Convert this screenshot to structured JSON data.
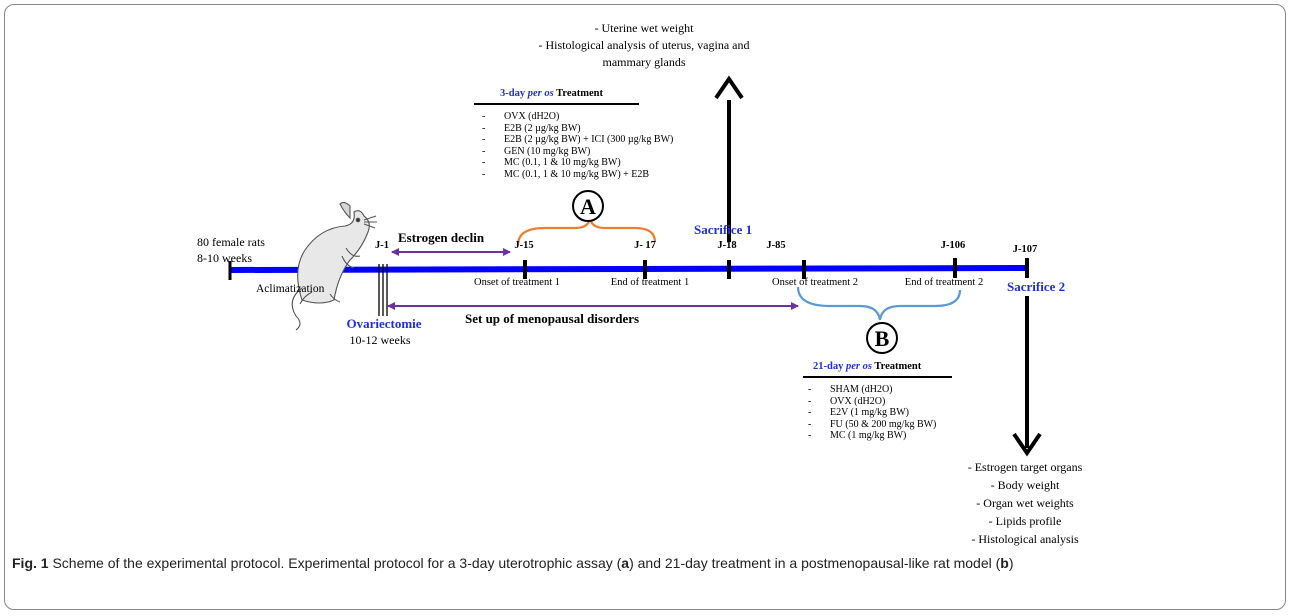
{
  "top_outcomes": [
    "- Uterine wet weight",
    "- Histological analysis  of uterus, vagina and",
    "mammary glands"
  ],
  "treatment_a": {
    "title_prefix": "3-day ",
    "title_italic": "per os",
    "title_suffix": " Treatment",
    "items": [
      "OVX (dH2O)",
      "E2B (2 µg/kg BW)",
      "E2B (2 µg/kg BW) + ICI (300 µg/kg  BW)",
      "GEN (10 mg/kg BW)",
      "MC (0.1, 1 & 10 mg/kg BW)",
      "MC (0.1, 1 & 10 mg/kg BW) + E2B"
    ],
    "letter": "A"
  },
  "treatment_b": {
    "title_prefix": "21-day ",
    "title_italic": "per os",
    "title_suffix": " Treatment",
    "items": [
      "SHAM (dH2O)",
      "OVX (dH2O)",
      "E2V (1 mg/kg BW)",
      "FU (50  & 200 mg/kg BW)",
      "MC (1 mg/kg BW)"
    ],
    "letter": "B"
  },
  "animals": {
    "line1": "80  female rats",
    "line2": "8-10 weeks"
  },
  "aclimatization": "Aclimatization",
  "ovariectomie": "Ovariectomie",
  "ovx_age": "10-12 weeks",
  "estrogen_declin": "Estrogen declin",
  "setup": "Set up of menopausal disorders",
  "sacrifice1": "Sacrifice 1",
  "sacrifice2": "Sacrifice 2",
  "days": {
    "j1": "J-1",
    "j15": "J-15",
    "j17": "J- 17",
    "j18": "J-18",
    "j85": "J-85",
    "j106": "J-106",
    "j107": "J-107"
  },
  "events": {
    "onset1": "Onset of treatment  1",
    "end1": "End of  treatment  1",
    "onset2": "Onset of treatment  2",
    "end2": "End of  treatment  2"
  },
  "bottom_outcomes": [
    "- Estrogen target organs",
    "-  Body weight",
    "- Organ wet weights",
    "- Lipids profile",
    "- Histological analysis"
  ],
  "caption": {
    "fig": "Fig. 1",
    "text1": " Scheme of the experimental protocol. Experimental protocol for a 3-day uterotrophic assay (",
    "a": "a",
    "text2": ") and 21-day treatment in a postmenopausal-like rat model (",
    "b": "b",
    "text3": ")"
  },
  "colors": {
    "timeline": "#0000ff",
    "label_blue": "#1f2fd6",
    "double_arrow": "#7030a0",
    "brace_a": "#ed7d31",
    "brace_b": "#5b9bd5"
  }
}
